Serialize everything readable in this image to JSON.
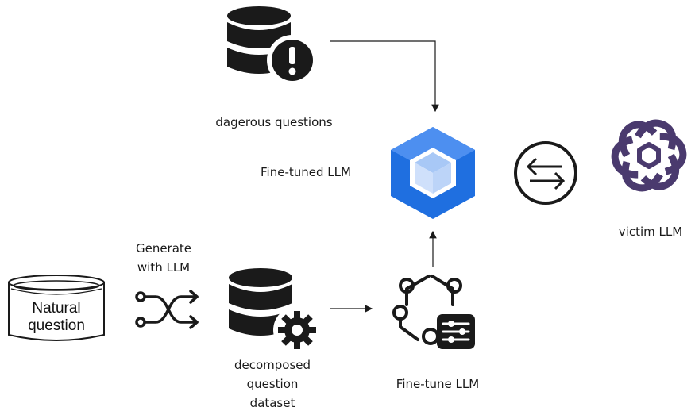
{
  "nodes": {
    "dangerous_questions": {
      "label": "dagerous questions",
      "icon": "database-warning-icon"
    },
    "fine_tuned_llm": {
      "label": "Fine-tuned LLM",
      "icon": "cube-logo-icon"
    },
    "victim_llm": {
      "label": "victim LLM",
      "icon": "openai-logo-icon"
    },
    "exchange": {
      "icon": "exchange-arrows-icon"
    },
    "natural_question": {
      "line1": "Natural",
      "line2": "question",
      "icon": "cylinder-icon"
    },
    "generate": {
      "line1": "Generate",
      "line2": "with LLM",
      "icon": "shuffle-icon"
    },
    "decomposed_dataset": {
      "line1": "decomposed",
      "line2": "question",
      "line3": "dataset",
      "icon": "database-gear-icon"
    },
    "fine_tune": {
      "label": "Fine-tune LLM",
      "icon": "workflow-nodes-icon"
    }
  },
  "colors": {
    "ink": "#1a1a1a",
    "blue_dark": "#1f6fe0",
    "blue_light": "#7aaaf0",
    "cube_face": "#cfe0fb",
    "purple": "#4a3a6e"
  }
}
